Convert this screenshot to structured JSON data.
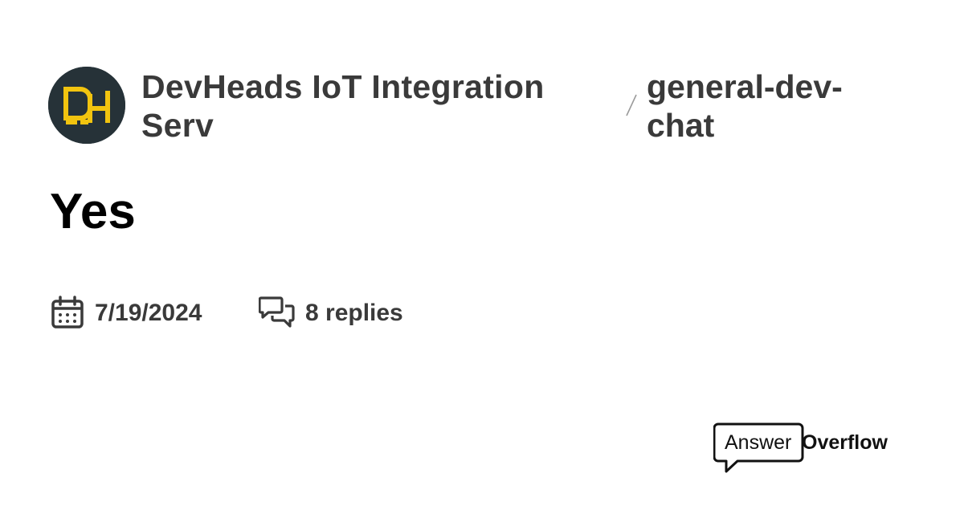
{
  "server": {
    "name": "DevHeads IoT Integration Serv",
    "avatar_icon": "devheads-logo-icon",
    "avatar_colors": {
      "background": "#263238",
      "foreground": "#f2c40f"
    }
  },
  "channel": {
    "name": "general-dev-chat",
    "separator_icon": "slash-icon"
  },
  "thread": {
    "title": "Yes"
  },
  "meta": {
    "date": "7/19/2024",
    "date_icon": "calendar-icon",
    "replies": "8 replies",
    "replies_icon": "chat-bubbles-icon"
  },
  "brand": {
    "answer": "Answer",
    "overflow": "Overflow",
    "icon": "speech-bubble-icon"
  },
  "colors": {
    "text_primary": "#000000",
    "text_secondary": "#3a3a3a",
    "background": "#ffffff"
  }
}
